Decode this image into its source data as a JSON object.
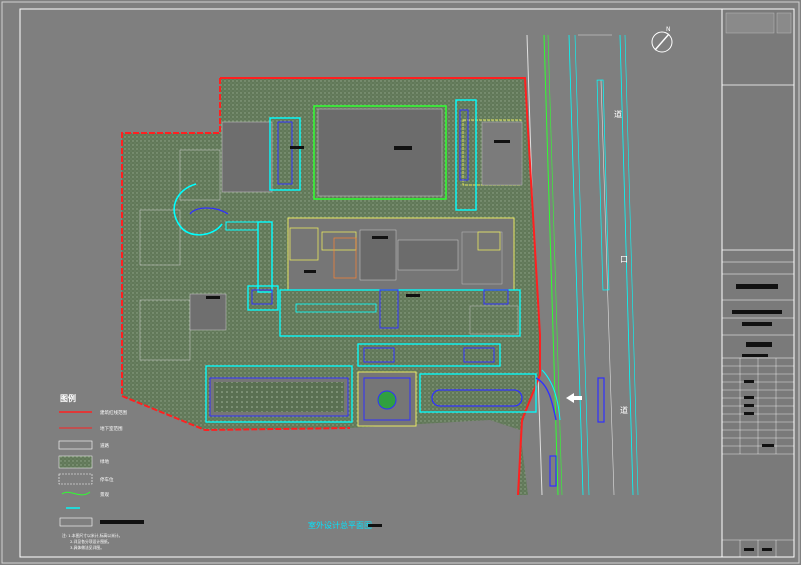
{
  "drawing": {
    "title": "室外设计总平面图",
    "road_label_east_1": "道",
    "road_label_east_2": "道",
    "road_label_mid": "口",
    "north_label": "N"
  },
  "legend": {
    "heading": "图例",
    "items": [
      {
        "swatch": "red-line",
        "text": "建筑红线范围"
      },
      {
        "swatch": "red-line-thin",
        "text": "地下室范围"
      },
      {
        "swatch": "gray-box",
        "text": "道路"
      },
      {
        "swatch": "green-hatch",
        "text": "绿地"
      },
      {
        "swatch": "dashed-box",
        "text": "停车位"
      },
      {
        "swatch": "green-curve",
        "text": "景观"
      },
      {
        "swatch": "cyan-line",
        "text": ""
      },
      {
        "swatch": "double-box",
        "text": ""
      }
    ],
    "notes": [
      "注: 1.本图尺寸以米计,标高以米计。",
      "2.详见各分项设计图纸。",
      "3.具体做法见详图。"
    ]
  },
  "colors": {
    "background": "#7f7f7f",
    "property_line": "#ff2020",
    "green_area": "#5f7a58",
    "hatch": "#8fa28a",
    "building": "#e8e860",
    "path": "#00ffff",
    "blue": "#3030ff",
    "lawn_border": "#30ff30"
  }
}
